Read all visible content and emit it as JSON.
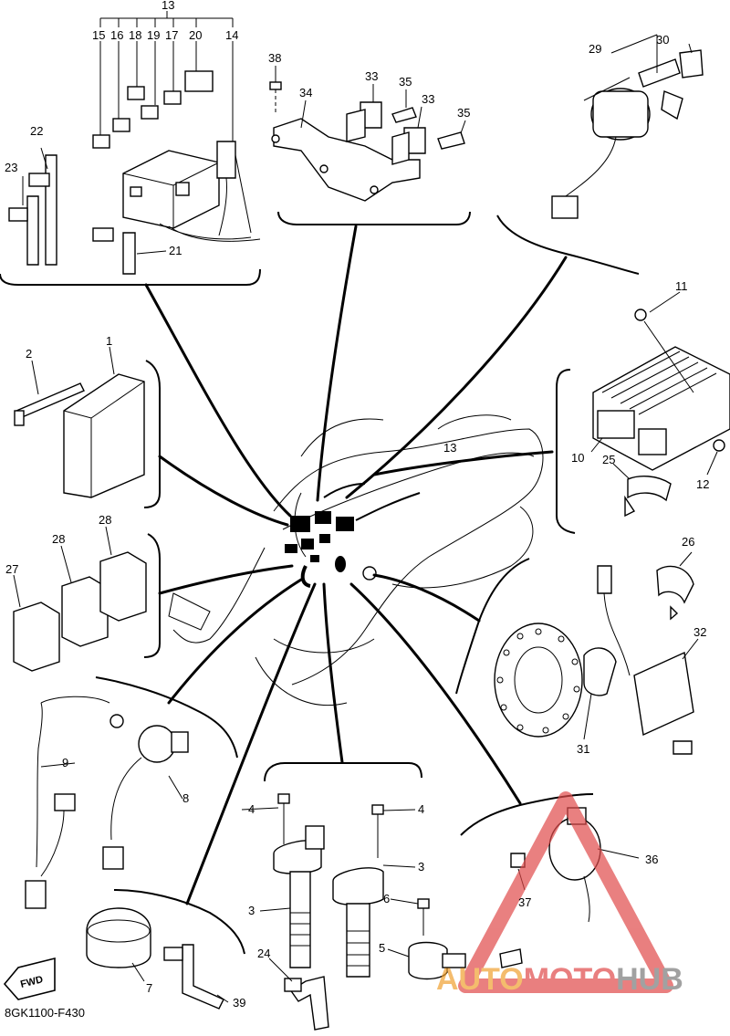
{
  "drawing_code": "8GK1100-F430",
  "fwd_label": "FWD",
  "watermark": {
    "part1": "AUTO",
    "part2": "MOTO",
    "part3": "HUB",
    "color_red": "#e04a4a",
    "color_orange": "#f0a030",
    "color_gray": "#7a7a7a"
  },
  "callouts": {
    "c1": "1",
    "c2": "2",
    "c3a": "3",
    "c3b": "3",
    "c4a": "4",
    "c4b": "4",
    "c5": "5",
    "c6": "6",
    "c7": "7",
    "c8": "8",
    "c9": "9",
    "c10": "10",
    "c11": "11",
    "c12": "12",
    "c13a": "13",
    "c13b": "13",
    "c14": "14",
    "c15": "15",
    "c16": "16",
    "c17": "17",
    "c18": "18",
    "c19": "19",
    "c20": "20",
    "c21": "21",
    "c22": "22",
    "c23": "23",
    "c24": "24",
    "c25": "25",
    "c26": "26",
    "c27": "27",
    "c28a": "28",
    "c28b": "28",
    "c29": "29",
    "c30": "30",
    "c31": "31",
    "c32": "32",
    "c33a": "33",
    "c33b": "33",
    "c34": "34",
    "c35a": "35",
    "c35b": "35",
    "c36": "36",
    "c37": "37",
    "c38": "38",
    "c39": "39"
  }
}
